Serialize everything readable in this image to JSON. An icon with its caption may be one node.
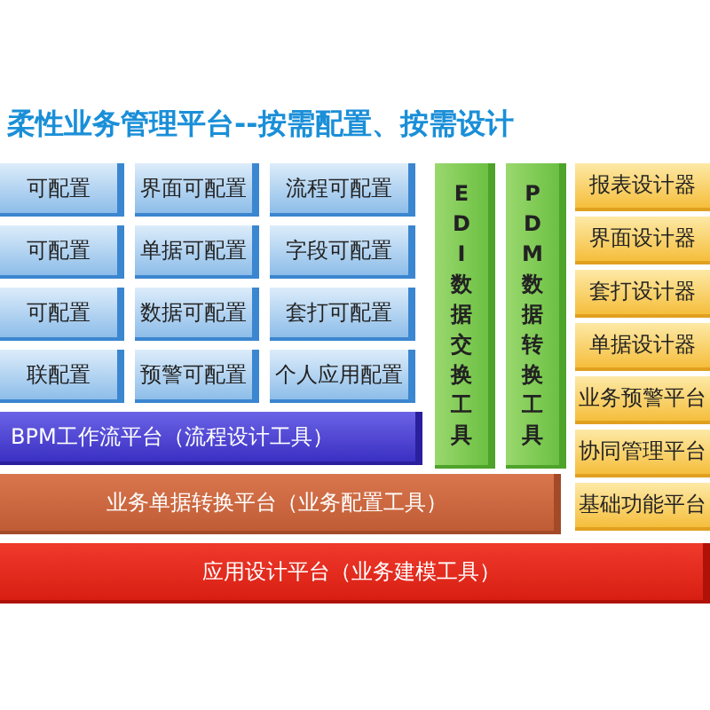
{
  "diagram": {
    "title": "柔性业务管理平台--按需配置、按需设计",
    "nodes": [
      {
        "text": [
          "可配置"
        ]
      },
      {
        "text": [
          "界面可配置"
        ]
      },
      {
        "text": [
          "流程可配置"
        ]
      },
      {
        "text": [
          "可配置"
        ]
      },
      {
        "text": [
          "单据可配置"
        ]
      },
      {
        "text": [
          "字段可配置"
        ]
      },
      {
        "text": [
          "可配置"
        ]
      },
      {
        "text": [
          "数据可配置"
        ]
      },
      {
        "text": [
          "套打可配置"
        ]
      },
      {
        "text": [
          "联配置"
        ]
      },
      {
        "text": [
          "预警可配置"
        ]
      },
      {
        "text": [
          "个人应用配置"
        ]
      },
      {
        "text": [
          "BPM工作流平台（流程设计工具）"
        ]
      },
      {
        "text": [
          "业务单据转换平台（业务配置工具）"
        ]
      },
      {
        "text": [
          "EDI数据交换工具"
        ]
      },
      {
        "text": [
          "PDM数据转换工具"
        ]
      },
      {
        "text": [
          "报表设计器"
        ]
      },
      {
        "text": [
          "界面设计器"
        ]
      },
      {
        "text": [
          "套打设计器"
        ]
      },
      {
        "text": [
          "单据设计器"
        ]
      },
      {
        "text": [
          "业务预警平台"
        ]
      },
      {
        "text": [
          "协同管理平台"
        ]
      },
      {
        "text": [
          "基础功能平台"
        ]
      },
      {
        "text": [
          "应用设计平台（业务建模工具）"
        ]
      }
    ]
  }
}
